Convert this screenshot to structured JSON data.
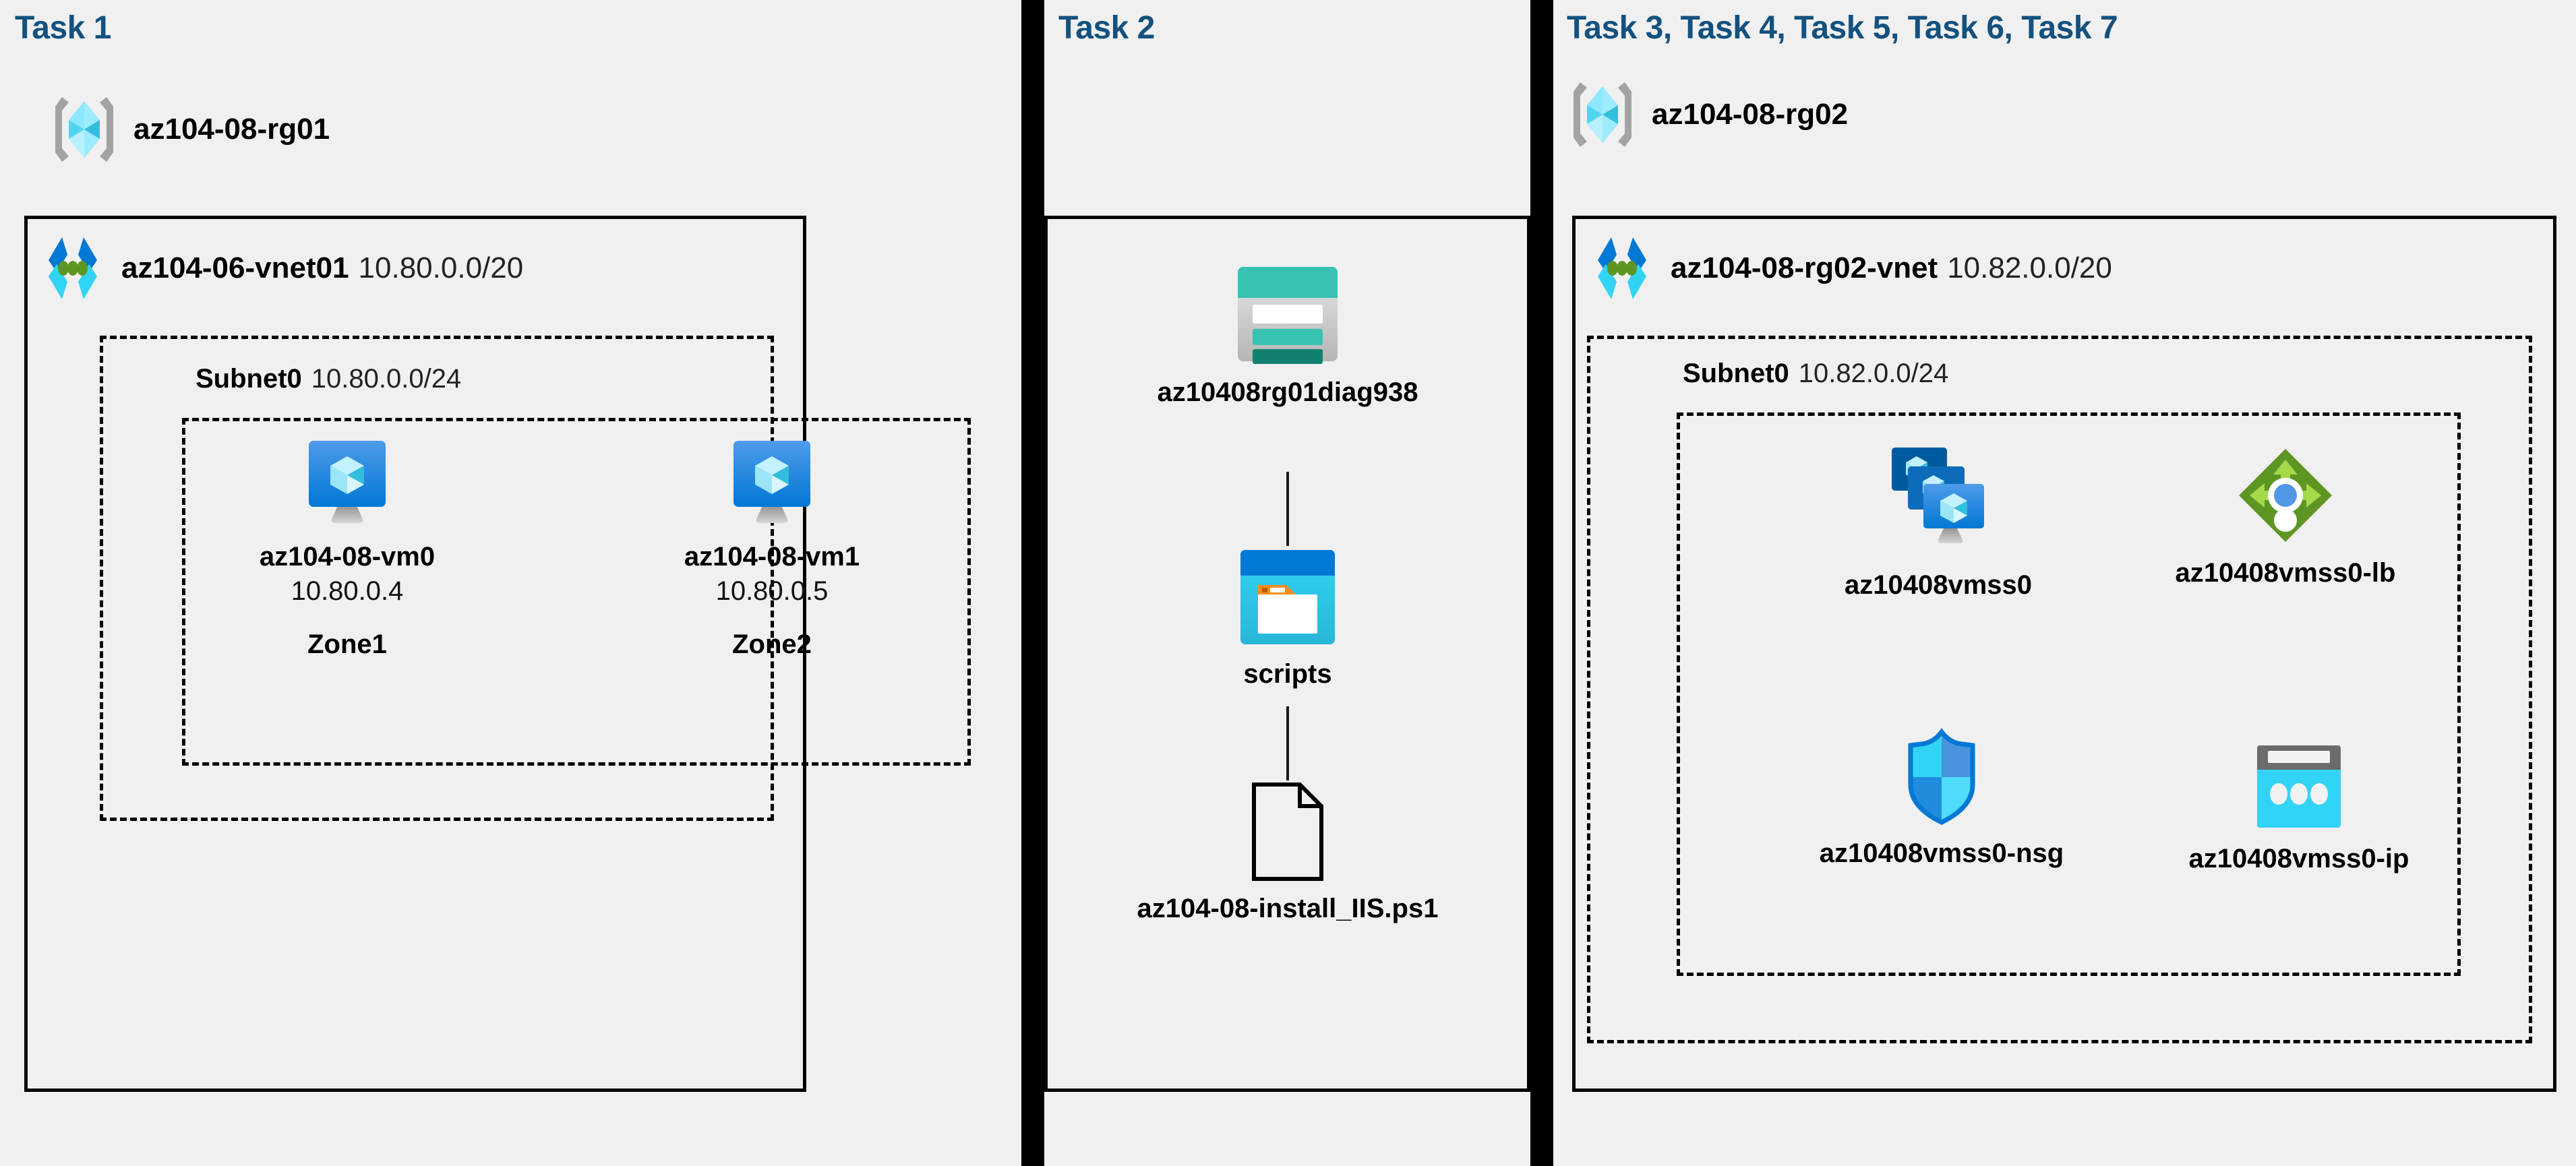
{
  "background_color": "#f0f0f0",
  "accent_color": "#13517f",
  "panels": [
    {
      "id": "task1",
      "title": "Task 1"
    },
    {
      "id": "task2",
      "title": "Task 2"
    },
    {
      "id": "task3",
      "title": "Task 3, Task 4, Task 5, Task 6, Task 7"
    }
  ],
  "task1": {
    "title": "Task 1",
    "resource_group": {
      "name": "az104-08-rg01",
      "icon": "resource-group-icon"
    },
    "vnet": {
      "name": "az104-06-vnet01",
      "cidr": "10.80.0.0/20",
      "icon": "virtual-network-icon"
    },
    "subnet": {
      "name": "Subnet0",
      "cidr": "10.80.0.0/24"
    },
    "vms": [
      {
        "name": "az104-08-vm0",
        "ip": "10.80.0.4",
        "zone": "Zone1",
        "icon": "virtual-machine-icon"
      },
      {
        "name": "az104-08-vm1",
        "ip": "10.80.0.5",
        "zone": "Zone2",
        "icon": "virtual-machine-icon"
      }
    ]
  },
  "task2": {
    "title": "Task 2",
    "items": [
      {
        "name": "az10408rg01diag938",
        "icon": "storage-account-icon"
      },
      {
        "name": "scripts",
        "icon": "blob-container-icon"
      },
      {
        "name": "az104-08-install_IIS.ps1",
        "icon": "file-icon"
      }
    ]
  },
  "task3": {
    "title": "Task 3, Task 4, Task 5, Task 6, Task 7",
    "resource_group": {
      "name": "az104-08-rg02",
      "icon": "resource-group-icon"
    },
    "vnet": {
      "name": "az104-08-rg02-vnet",
      "cidr": "10.82.0.0/20",
      "icon": "virtual-network-icon"
    },
    "subnet": {
      "name": "Subnet0",
      "cidr": "10.82.0.0/24"
    },
    "resources": [
      {
        "name": "az10408vmss0",
        "icon": "vm-scale-set-icon"
      },
      {
        "name": "az10408vmss0-lb",
        "icon": "load-balancer-icon"
      },
      {
        "name": "az10408vmss0-nsg",
        "icon": "network-security-group-icon"
      },
      {
        "name": "az10408vmss0-ip",
        "icon": "public-ip-address-icon"
      }
    ]
  },
  "colors": {
    "azure_blue": "#0078d4",
    "azure_cyan": "#32bedd",
    "storage_teal": "#37c2b1",
    "storage_teal_dark": "#12806f",
    "lb_green": "#5e9624",
    "nsg_cyan": "#32d4f5",
    "folder_orange": "#f78d1e",
    "title_navy": "#13517f"
  }
}
